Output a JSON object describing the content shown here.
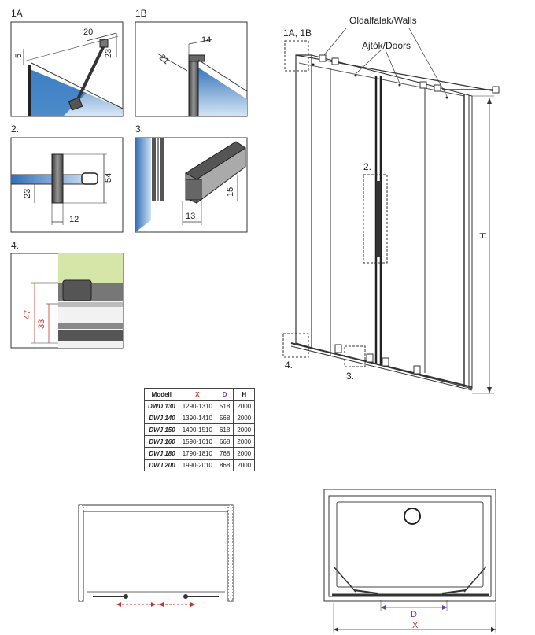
{
  "panels": {
    "p1a": {
      "label": "1A",
      "dims": [
        "20",
        "23",
        "5"
      ]
    },
    "p1b": {
      "label": "1B",
      "dims": [
        "14",
        "21"
      ]
    },
    "p2": {
      "label": "2.",
      "dims": [
        "54",
        "23",
        "12"
      ]
    },
    "p3": {
      "label": "3.",
      "dims": [
        "15",
        "13"
      ]
    },
    "p4": {
      "label": "4.",
      "dims": [
        "47",
        "33"
      ]
    }
  },
  "main": {
    "walls_label": "Oldalfalak/Walls",
    "doors_label": "Ajtók/Doors",
    "callout_1ab": "1A, 1B",
    "callout_2": "2.",
    "callout_3": "3.",
    "callout_4": "4.",
    "height_label": "H"
  },
  "table": {
    "headers": [
      "Modell",
      "X",
      "D",
      "H"
    ],
    "rows": [
      [
        "DWD 130",
        "1290-1310",
        "518",
        "2000"
      ],
      [
        "DWJ 140",
        "1390-1410",
        "568",
        "2000"
      ],
      [
        "DWJ 150",
        "1490-1510",
        "618",
        "2000"
      ],
      [
        "DWJ 160",
        "1590-1610",
        "668",
        "2000"
      ],
      [
        "DWJ 180",
        "1790-1810",
        "768",
        "2000"
      ],
      [
        "DWJ 200",
        "1990-2010",
        "868",
        "2000"
      ]
    ]
  },
  "plan": {
    "d_label": "D",
    "x_label": "X"
  },
  "colors": {
    "glass": "#3d7fc4",
    "accent_red": "#c0392b",
    "accent_purple": "#6a3fb5"
  }
}
